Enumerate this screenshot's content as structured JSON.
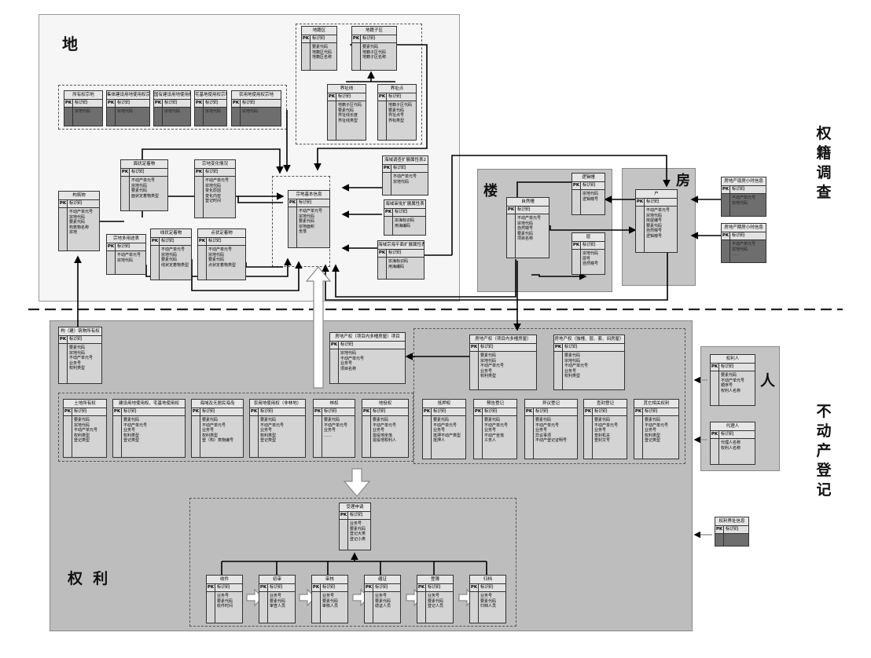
{
  "labels": {
    "land": "地",
    "building": "楼",
    "house": "房",
    "person": "人",
    "rights": "权  利",
    "survey": "权籍调查",
    "registration": "不动产登记"
  },
  "entities": {
    "e_zone": {
      "title": "地籍区",
      "pk": "标识码",
      "fields": [
        "要素代码",
        "地籍区代码",
        "地籍区名称"
      ]
    },
    "e_subzone": {
      "title": "地籍子区",
      "pk": "标识码",
      "fields": [
        "要素代码",
        "地籍子区代码",
        "地籍子区名称"
      ]
    },
    "e_boundline": {
      "title": "界址线",
      "pk": "标识码",
      "fields": [
        "地籍子区代码",
        "要素代码",
        "界址线长度",
        "界址线类型"
      ]
    },
    "e_boundpoint": {
      "title": "界址点",
      "pk": "标识码",
      "fields": [
        "地籍子区代码",
        "要素代码",
        "界址点号",
        "界标类型"
      ]
    },
    "e_own": {
      "title": "所有权宗地",
      "pk": "标识码",
      "fields": [
        "宗地代码"
      ]
    },
    "e_collect": {
      "title": "集体建设用地使用权宗地",
      "pk": "标识码",
      "fields": [
        "宗地代码"
      ]
    },
    "e_state": {
      "title": "国有建设用地使用权宗地",
      "pk": "标识码",
      "fields": [
        "宗地代码"
      ]
    },
    "e_homestead": {
      "title": "宅基地使用权宗地",
      "pk": "标识码",
      "fields": [
        "宗地代码"
      ]
    },
    "e_agri": {
      "title": "农用地使用权宗地",
      "pk": "标识码",
      "fields": [
        "宗地代码"
      ]
    },
    "e_faceattach": {
      "title": "面状定着物",
      "pk": "标识码",
      "fields": [
        "不动产单元号",
        "宗地代码",
        "要素代码",
        "面状定着物类型"
      ]
    },
    "e_parcelchange": {
      "title": "宗地变化情况",
      "pk": "标识码",
      "fields": [
        "不动产单元号",
        "宗地代码",
        "变化原因",
        "变化内容",
        "登记时间"
      ]
    },
    "e_structure": {
      "title": "构筑物",
      "pk": "标识码",
      "fields": [
        "不动产单元号",
        "宗地代码",
        "要素代码",
        "构筑物名称",
        "宗地"
      ]
    },
    "e_parcelbasic": {
      "title": "宗地基本信息",
      "pk": "标识码",
      "fields": [
        "不动产单元号",
        "宗地代码",
        "要素代码",
        "宗地面积",
        "坐落"
      ]
    },
    "e_seaupdate": {
      "title": "海域调查扩展属性表2",
      "pk": "标识码",
      "fields": [
        "不动产单元号",
        "宗地代码"
      ]
    },
    "e_seaplan": {
      "title": "海域审批扩展属性表",
      "pk": "标识码",
      "fields": [
        "宗海标识码",
        "用海编码"
      ]
    },
    "e_seaproj": {
      "title": "海域宗海平面扩展属性表",
      "pk": "标识码",
      "fields": [
        "宗海标识码",
        "用海编码"
      ]
    },
    "e_multiparcel": {
      "title": "宗地多用途表",
      "pk": "标识码",
      "fields": [
        "不动产单元号",
        "宗地代码"
      ]
    },
    "e_lineattach": {
      "title": "线状定着物",
      "pk": "标识码",
      "fields": [
        "不动产单元号",
        "宗地代码",
        "要素代码",
        "线状定着物类型"
      ]
    },
    "e_pointattach": {
      "title": "点状定着物",
      "pk": "标识码",
      "fields": [
        "不动产单元号",
        "宗地代码",
        "要素代码",
        "点状定着物类型"
      ]
    },
    "e_logbuilding": {
      "title": "逻辑幢",
      "pk": "标识码",
      "fields": [
        "宗地代码",
        "逻辑幢号"
      ]
    },
    "e_building": {
      "title": "自然幢",
      "pk": "标识码",
      "fields": [
        "不动产单元号",
        "宗地代码",
        "自然幢号",
        "要素代码",
        "项目名称"
      ]
    },
    "e_floor": {
      "title": "层",
      "pk": "标识码",
      "fields": [
        "宗地代码",
        "层号",
        "自然幢号"
      ]
    },
    "e_household": {
      "title": "户",
      "pk": "标识码",
      "fields": [
        "不动产单元号",
        "宗地代码",
        "房屋编号",
        "要素代码",
        "自然幢号",
        "逻辑幢号"
      ]
    },
    "e_houseplan": {
      "title": "房地产现房小时信息",
      "pk": "标识码",
      "fields": [
        "不动产单元号",
        "宗地代码"
      ]
    },
    "e_houseplan2": {
      "title": "房地产期房小时信息",
      "pk": "标识码",
      "fields": [
        "不动产单元号",
        "宗地代码",
        "……"
      ]
    },
    "e_structright": {
      "title": "构（建）筑物所有权",
      "pk": "标识码",
      "fields": [
        "要素代码",
        "宗地代码",
        "不动产单元号",
        "业务号",
        "权利类型"
      ]
    },
    "e_houseproj": {
      "title": "房地产权（项目内多幢房屋）项目",
      "pk": "标识码",
      "fields": [
        "宗地代码",
        "不动产单元号",
        "业务号",
        "项目名称"
      ]
    },
    "e_houseright1": {
      "title": "房地产权（项目内多幢房屋）",
      "pk": "标识码",
      "fields": [
        "要素代码",
        "宗地代码",
        "不动产单元号",
        "业务号",
        "权利类型"
      ]
    },
    "e_houseright2": {
      "title": "房地产权（独幢、层、套、间房屋）",
      "pk": "标识码",
      "fields": [
        "要素代码",
        "宗地代码",
        "不动产单元号",
        "业务号",
        "权利类型"
      ]
    },
    "e_mortgage": {
      "title": "抵押权",
      "pk": "标识码",
      "fields": [
        "要素代码",
        "不动产单元号",
        "业务号",
        "抵押不动产类型",
        "抵押人"
      ]
    },
    "e_advance": {
      "title": "预告登记",
      "pk": "标识码",
      "fields": [
        "要素代码",
        "不动产单元号",
        "业务号",
        "不动产坐落",
        "义务人"
      ]
    },
    "e_objection": {
      "title": "异议登记",
      "pk": "标识码",
      "fields": [
        "要素代码",
        "不动产单元号",
        "业务号",
        "异议事项",
        "不动产登记证明号"
      ]
    },
    "e_seal": {
      "title": "查封登记",
      "pk": "标识码",
      "fields": [
        "要素代码",
        "不动产单元号",
        "业务号",
        "查封机关",
        "查封文号"
      ]
    },
    "e_easement": {
      "title": "其它相关权利",
      "pk": "标识码",
      "fields": [
        "要素代码",
        "不动产单元号",
        "业务号",
        "权利类型",
        "登记类型"
      ]
    },
    "e_landright": {
      "title": "土地所有权",
      "pk": "标识码",
      "fields": [
        "要素代码",
        "宗地代码",
        "不动产单元号",
        "权利类型",
        "登记类型"
      ]
    },
    "e_constright": {
      "title": "建设用地使用权、宅基地使用权",
      "pk": "标识码",
      "fields": [
        "要素代码",
        "不动产单元号",
        "业务号",
        "权利类型",
        "登记类型"
      ]
    },
    "e_seaarea": {
      "title": "海域及无居民海岛",
      "pk": "标识码",
      "fields": [
        "要素代码",
        "不动产单元号",
        "业务号",
        "权利类型",
        "登（构）筑物编号"
      ]
    },
    "e_agriright": {
      "title": "农用地使用权（非林地）",
      "pk": "标识码",
      "fields": [
        "要素代码",
        "不动产单元号",
        "业务号",
        "权利类型",
        "登记类型"
      ]
    },
    "e_forest": {
      "title": "林权",
      "pk": "标识码",
      "fields": [
        "要素代码",
        "不动产单元号",
        "业务号",
        "……"
      ]
    },
    "e_landmgmt": {
      "title": "地役权",
      "pk": "标识码",
      "fields": [
        "要素代码",
        "不动产单元号",
        "业务号",
        "需役地坐落",
        "需役地权利人"
      ]
    },
    "e_owner": {
      "title": "权利人",
      "pk": "标识码",
      "fields": [
        "要素代码",
        "不动产单元号",
        "顺序号",
        "权利人名称"
      ]
    },
    "e_agent": {
      "title": "代理人",
      "pk": "标识码",
      "fields": [
        "代理人名称",
        "权利人名称"
      ]
    },
    "e_rightstatus": {
      "title": "权利界址信息",
      "pk": "标识码",
      "fields": []
    },
    "e_apply": {
      "title": "受理申请",
      "pk": "标识码",
      "fields": [
        "业务号",
        "要素代码",
        "登记大类",
        "登记小类"
      ]
    },
    "e_accept": {
      "title": "收件",
      "pk": "标识码",
      "fields": [
        "业务号",
        "要素代码",
        "收件时间"
      ]
    },
    "e_init": {
      "title": "初审",
      "pk": "标识码",
      "fields": [
        "业务号",
        "要素代码",
        "审查人员"
      ]
    },
    "e_review": {
      "title": "审核",
      "pk": "标识码",
      "fields": [
        "业务号",
        "要素代码",
        "审核人员"
      ]
    },
    "e_approve": {
      "title": "缮证",
      "pk": "标识码",
      "fields": [
        "业务号",
        "要素代码",
        "缮证人员"
      ]
    },
    "e_register": {
      "title": "登簿",
      "pk": "标识码",
      "fields": [
        "业务号",
        "要素代码",
        "登记人员"
      ]
    },
    "e_archive": {
      "title": "归档",
      "pk": "标识码",
      "fields": [
        "业务号",
        "要素代码",
        "归档人员"
      ]
    }
  },
  "colors": {
    "land_bg": "#f6f6f6",
    "rights_bg": "#bdbdbd",
    "building_bg": "#c4c4c4",
    "entity_light": "#d4d4d4",
    "entity_dark": "#6e6e6e",
    "line": "#000000"
  }
}
